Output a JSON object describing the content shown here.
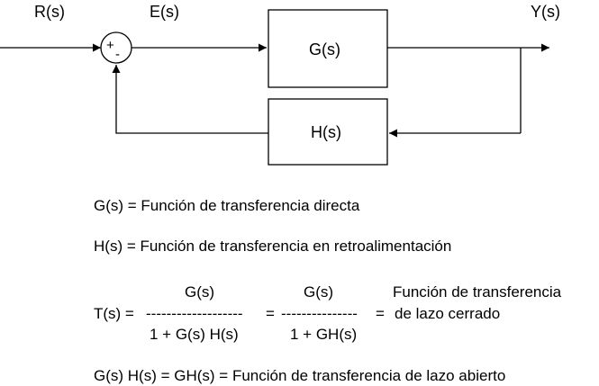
{
  "signals": {
    "input": "R(s)",
    "error": "E(s)",
    "output": "Y(s)"
  },
  "blocks": {
    "forward": "G(s)",
    "feedback": "H(s)"
  },
  "summing_junction": {
    "plus": "+",
    "minus": "-"
  },
  "definitions": {
    "g_def": "G(s) = Función de transferencia directa",
    "h_def": "H(s) = Función de transferencia en retroalimentación"
  },
  "closed_loop": {
    "lhs": "T(s) =",
    "num1": "G(s)",
    "bar1": "-------------------",
    "den1": "1 + G(s) H(s)",
    "equals1": "=",
    "num2": "G(s)",
    "bar2": "---------------",
    "den2": "1 + GH(s)",
    "equals2": "=",
    "note_line1": "Función de transferencia",
    "note_line2": "de lazo cerrado"
  },
  "open_loop": {
    "text": "G(s) H(s) = GH(s) = Función de transferencia de lazo abierto"
  }
}
